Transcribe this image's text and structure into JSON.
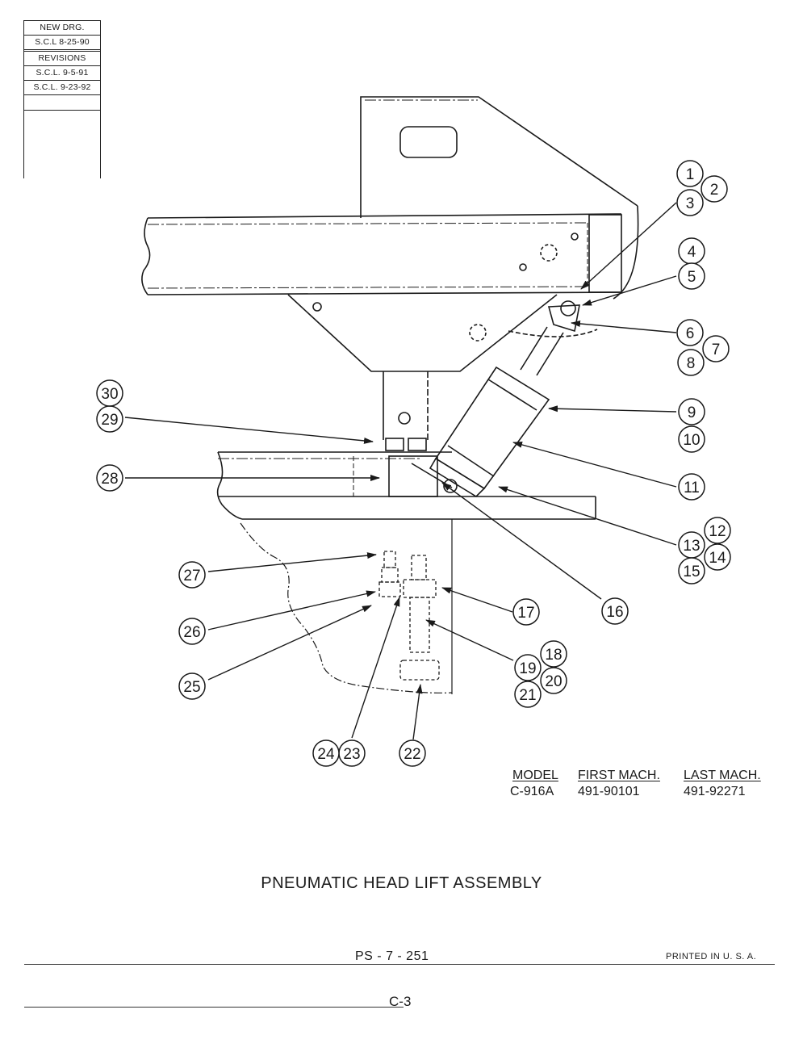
{
  "revision_block": {
    "new_drawing": "NEW DRG.",
    "new_drawing_date": "S.C.L 8-25-90",
    "revisions_label": "REVISIONS",
    "revision_1": "S.C.L. 9-5-91",
    "revision_2": "S.C.L. 9-23-92"
  },
  "callouts": [
    "1",
    "2",
    "3",
    "4",
    "5",
    "6",
    "7",
    "8",
    "9",
    "10",
    "11",
    "12",
    "13",
    "14",
    "15",
    "16",
    "17",
    "18",
    "19",
    "20",
    "21",
    "22",
    "23",
    "24",
    "25",
    "26",
    "27",
    "28",
    "29",
    "30"
  ],
  "model_table": {
    "headers": [
      "MODEL",
      "FIRST MACH.",
      "LAST MACH."
    ],
    "row": [
      "C-916A",
      "491-90101",
      "491-92271"
    ]
  },
  "title": "PNEUMATIC HEAD LIFT ASSEMBLY",
  "drawing_number": "PS - 7 - 251",
  "printed_in": "PRINTED IN U. S. A.",
  "page_number": "C-3"
}
